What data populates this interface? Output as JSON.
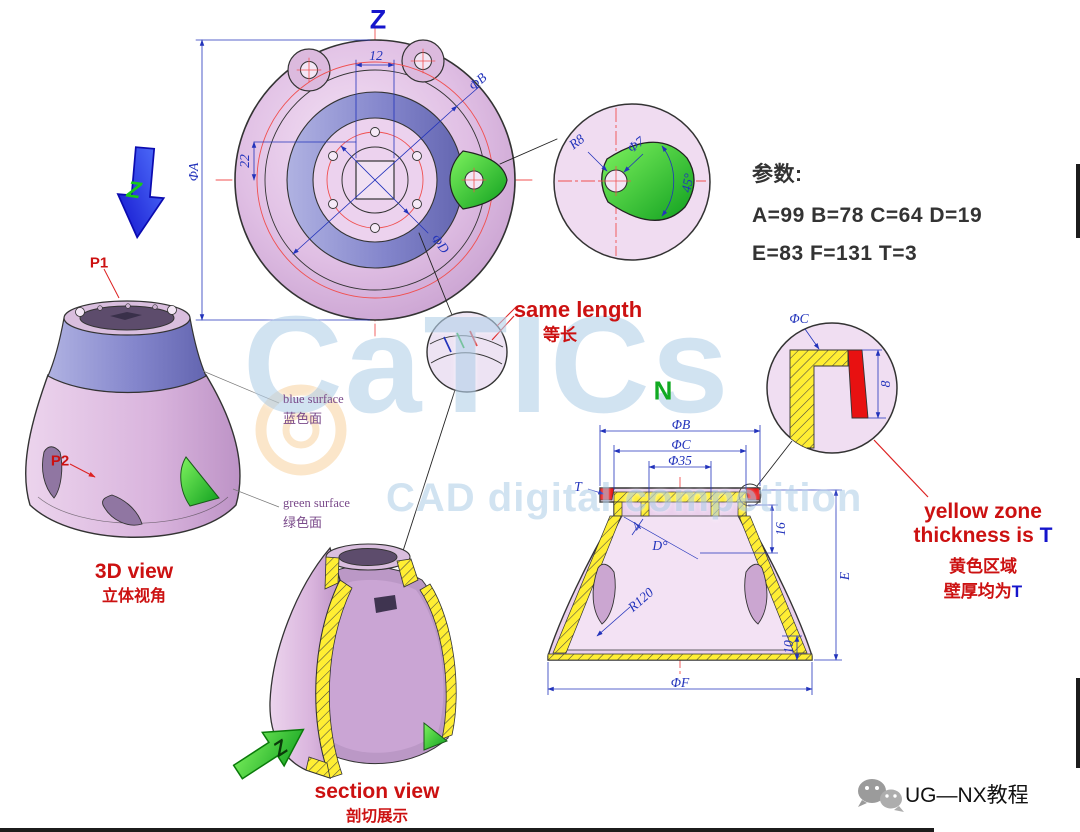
{
  "colors": {
    "part_pink": "#e0bfe4",
    "blue_band": "#8486cc",
    "highlight_green": "#2ebf2e",
    "hatch_yellow": "#ffee33",
    "zone_red": "#e81111",
    "dimension_blue": "#2233bb",
    "centerline_red": "#f05050",
    "label_red": "#cc1111",
    "watermark_blue": "#b6d2ea"
  },
  "views": {
    "top_letter": "Z",
    "front_letter": "N",
    "blue_arrow_letter": "Z",
    "green_arrow_letter": "Z"
  },
  "params": {
    "heading": "参数:",
    "line1": "A=99 B=78 C=64 D=19",
    "line2": "E=83 F=131 T=3"
  },
  "annotations": {
    "p1": "P1",
    "p2": "P2",
    "blue_surface_en": "blue surface",
    "blue_surface_zh": "蓝色面",
    "green_surface_en": "green surface",
    "green_surface_zh": "绿色面",
    "view3d_en": "3D view",
    "view3d_zh": "立体视角",
    "same_length_en": "same length",
    "same_length_zh": "等长",
    "section_en": "section view",
    "section_zh": "剖切展示",
    "yellow_line1": "yellow zone",
    "yellow_line2": "thickness is ",
    "yellow_line2_t": "T",
    "yellow_line3": "黄色区域",
    "yellow_line4": "壁厚均为",
    "yellow_line4_t": "T"
  },
  "dims": {
    "top_12": "12",
    "top_phi_b": "ΦB",
    "top_phi_a": "ΦA",
    "top_22": "22",
    "top_phi_d": "ΦD",
    "tab_r8": "R8",
    "tab_phi7": "Φ7",
    "tab_45": "45°",
    "front_phi_b": "ΦB",
    "front_phi_c": "ΦC",
    "front_phi_35": "Φ35",
    "front_t": "T",
    "front_4": "4",
    "front_d_angle": "D°",
    "front_16": "16",
    "front_e": "E",
    "front_r120": "R120",
    "front_10": "10",
    "front_phi_f": "ΦF",
    "corner_phi_c": "ΦC",
    "corner_8": "8"
  },
  "watermark": {
    "brand": "CaTICs",
    "subtitle": "CAD digital competition",
    "channel": "UG—NX教程"
  }
}
